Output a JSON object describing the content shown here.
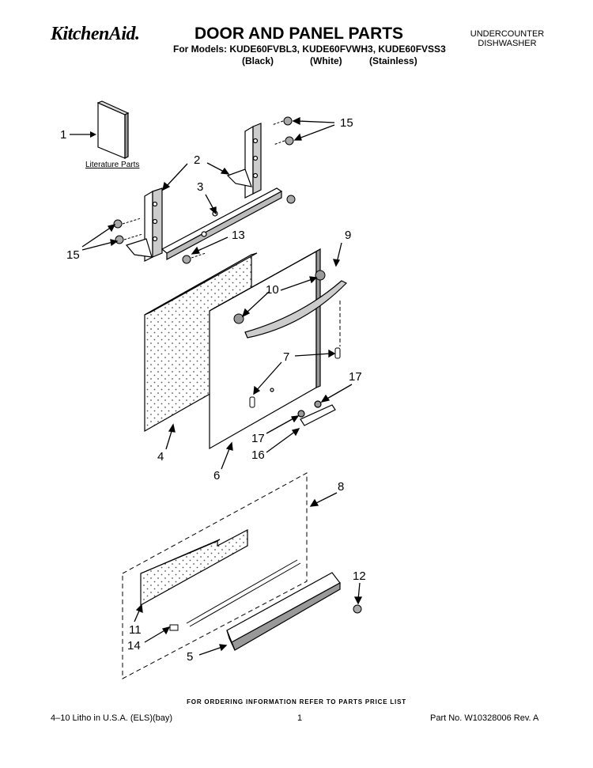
{
  "header": {
    "brand": "KitchenAid.",
    "title": "DOOR AND PANEL PARTS",
    "models_line": "For Models: KUDE60FVBL3, KUDE60FVWH3, KUDE60FVSS3",
    "variants": [
      "(Black)",
      "(White)",
      "(Stainless)"
    ],
    "appliance_line1": "UNDERCOUNTER",
    "appliance_line2": "DISHWASHER"
  },
  "diagram": {
    "literature_label": "Literature Parts",
    "callouts": [
      "1",
      "2",
      "3",
      "13",
      "15",
      "15",
      "9",
      "10",
      "7",
      "17",
      "17",
      "16",
      "4",
      "6",
      "8",
      "12",
      "11",
      "14",
      "5"
    ]
  },
  "footer": {
    "ordering_info": "FOR ORDERING INFORMATION REFER TO PARTS PRICE LIST",
    "litho": "4–10 Litho in U.S.A. (ELS)(bay)",
    "page": "1",
    "part_no": "Part No. W10328006 Rev. A"
  }
}
